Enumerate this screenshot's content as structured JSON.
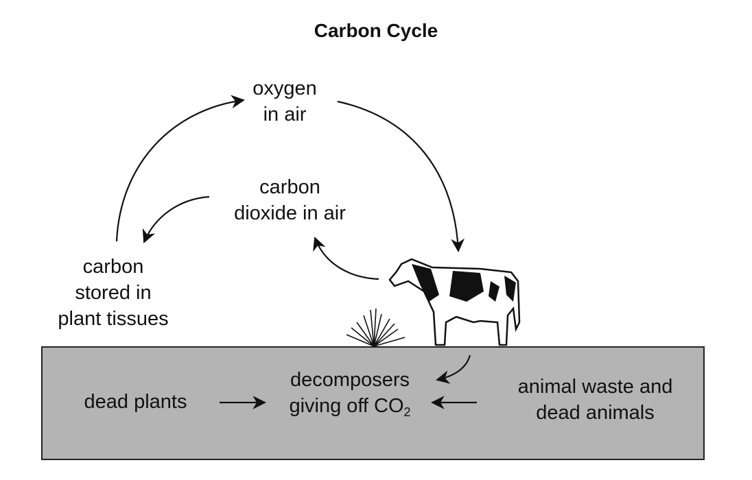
{
  "title": "Carbon Cycle",
  "nodes": {
    "oxygen": [
      "oxygen",
      "in air"
    ],
    "co2_air": [
      "carbon",
      "dioxide in air"
    ],
    "plant_carbon": [
      "carbon",
      "stored in",
      "plant tissues"
    ],
    "dead_plants": "dead plants",
    "decomposers": [
      "decomposers",
      "giving off CO",
      "2"
    ],
    "animal_waste": [
      "animal waste and",
      "dead animals"
    ]
  },
  "images": [
    "cow",
    "grass"
  ]
}
